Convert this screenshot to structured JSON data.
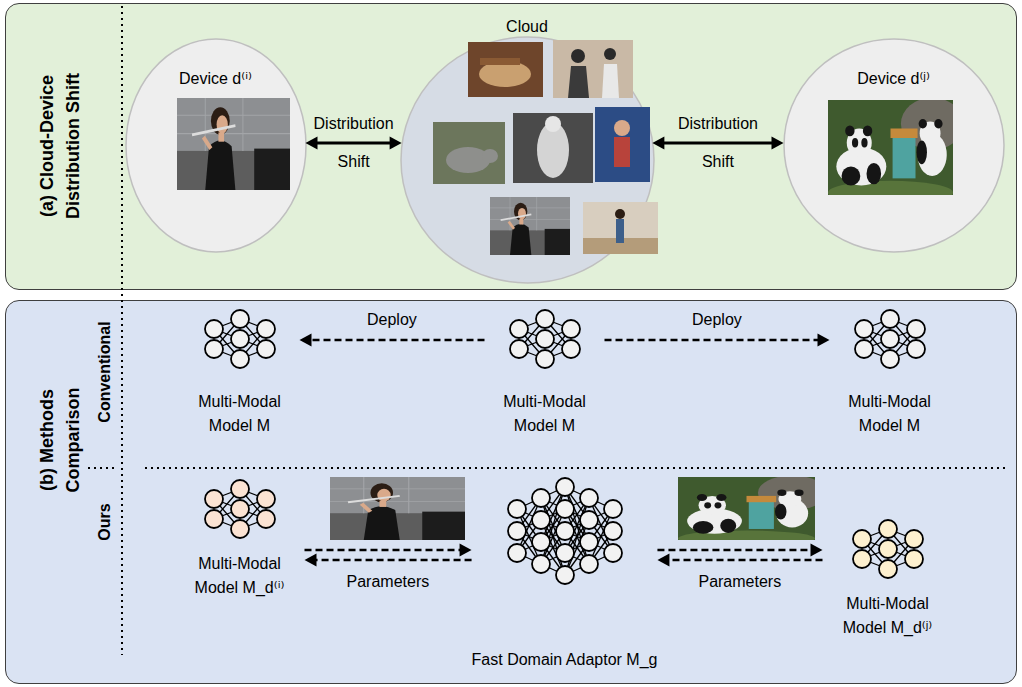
{
  "diagram": {
    "nodes": [
      {
        "text": [
          "(a) Cloud-Device Distribution Shift"
        ]
      },
      {
        "text": [
          "Device d⁽ⁱ⁾"
        ],
        "in": 0
      },
      {
        "text": [
          "Cloud"
        ],
        "in": 0
      },
      {
        "text": [
          "Device d⁽ʲ⁾"
        ],
        "in": 0
      },
      {
        "text": [
          "(b) Methods Comparison"
        ]
      },
      {
        "text": [
          "Multi-Modal Model M"
        ],
        "in": 4
      },
      {
        "text": [
          "Multi-Modal Model M"
        ],
        "in": 4
      },
      {
        "text": [
          "Multi-Modal Model M"
        ],
        "in": 4
      },
      {
        "text": [
          "Multi-Modal Model M_d⁽ⁱ⁾"
        ],
        "in": 4
      },
      {
        "text": [
          "Fast Domain Adaptor M_g"
        ],
        "in": 4
      },
      {
        "text": [
          "Multi-Modal Model M_d⁽ʲ⁾"
        ],
        "in": 4
      }
    ],
    "edges": [
      {
        "from": 1,
        "to": 2,
        "label": "Distribution Shift",
        "arrow": "both"
      },
      {
        "from": 2,
        "to": 3,
        "label": "Distribution Shift",
        "arrow": "both"
      },
      {
        "from": 6,
        "to": 5,
        "label": "Deploy",
        "arrow": "to"
      },
      {
        "from": 6,
        "to": 7,
        "label": "Deploy",
        "arrow": "to"
      },
      {
        "from": 8,
        "to": 9,
        "label": "Parameters",
        "arrow": "both"
      },
      {
        "from": 9,
        "to": 10,
        "label": "Parameters",
        "arrow": "both"
      }
    ],
    "labels": [
      "Conventional",
      "Ours"
    ]
  }
}
